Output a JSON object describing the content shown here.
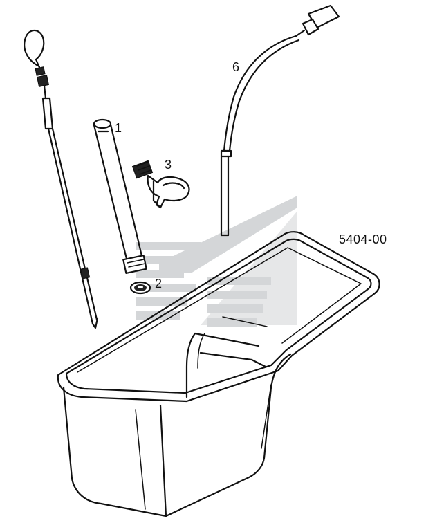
{
  "diagram": {
    "drawing_code": "5404-00",
    "callouts": [
      {
        "id": "label-1",
        "text": "1"
      },
      {
        "id": "label-2",
        "text": "2"
      },
      {
        "id": "label-3",
        "text": "3"
      },
      {
        "id": "label-6",
        "text": "6"
      }
    ]
  },
  "colors": {
    "line": "#111111",
    "background": "#ffffff",
    "watermark": "#d4d6d8"
  }
}
